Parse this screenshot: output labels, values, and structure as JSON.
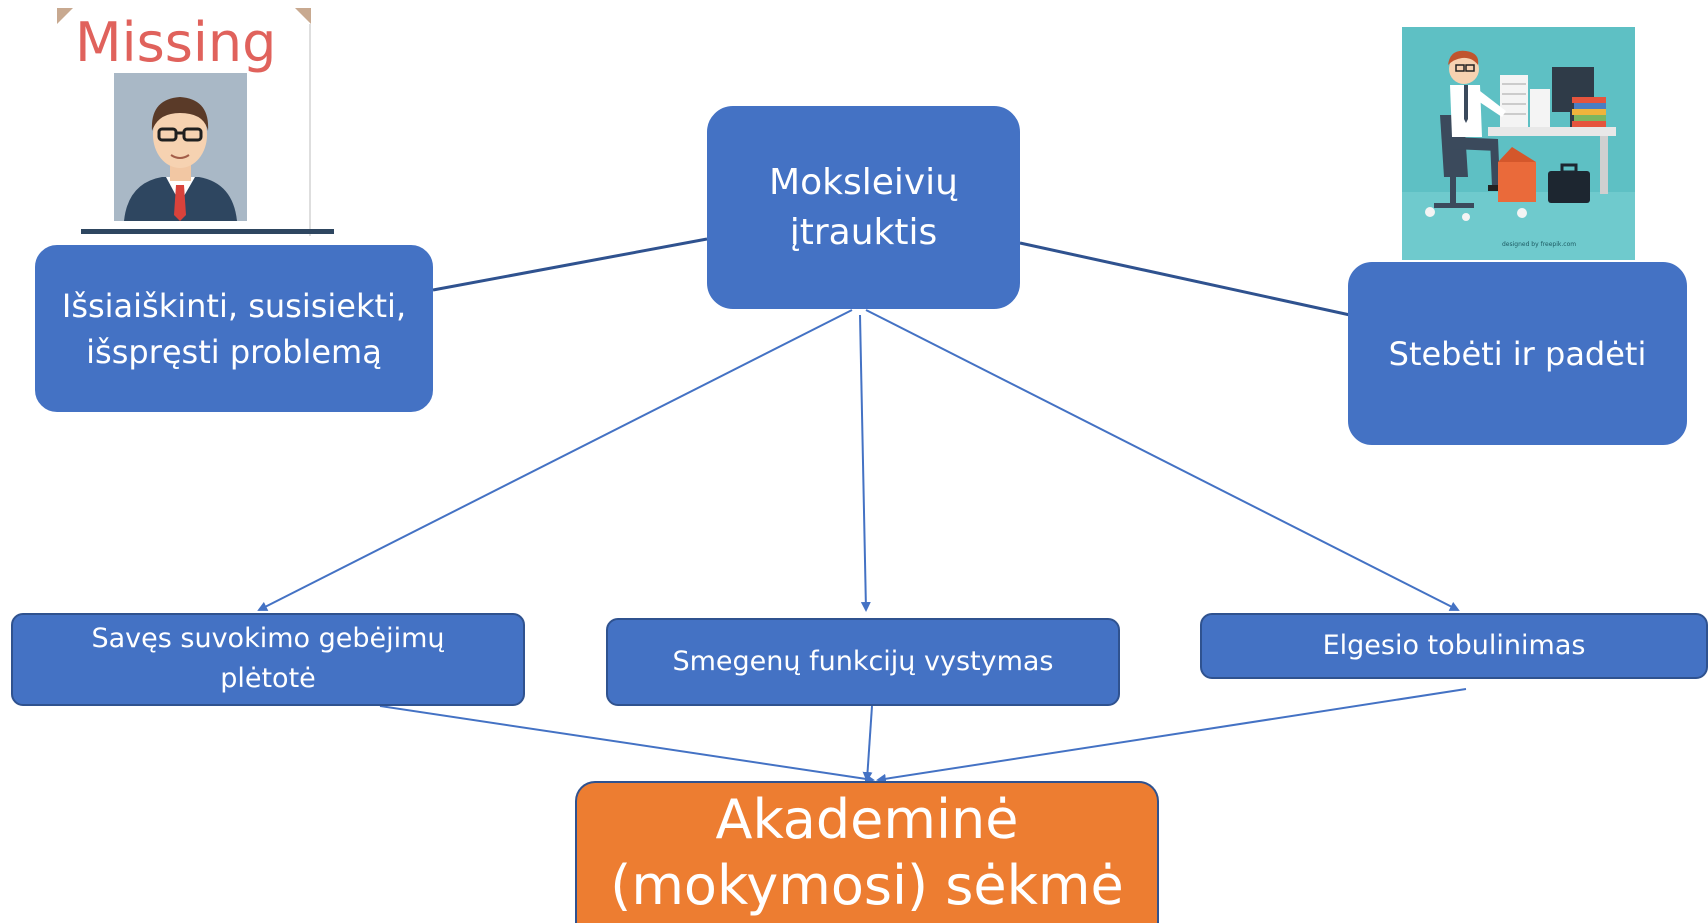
{
  "center_node": {
    "line1": "Moksleivių",
    "line2": "įtrauktis"
  },
  "left_node": {
    "line1": "Išsiaiškinti, susisiekti,",
    "line2": "išspręsti problemą"
  },
  "right_node": {
    "label": "Stebėti ir padėti"
  },
  "mid_nodes": {
    "self_line1": "Savęs suvokimo gebėjimų",
    "self_line2": "plėtotė",
    "brain": "Smegenų funkcijų vystymas",
    "behavior": "Elgesio tobulinimas"
  },
  "bottom_node": {
    "line1": "Akademinė",
    "line2": "(mokymosi) sėkmė"
  },
  "missing_poster": {
    "title": "Missing"
  },
  "illustration": {
    "credit": "designed by freepik.com"
  },
  "colors": {
    "blue_box": "#4472c4",
    "orange_box": "#ed7d31",
    "line": "#4472c4",
    "dark_line": "#2f528f"
  }
}
